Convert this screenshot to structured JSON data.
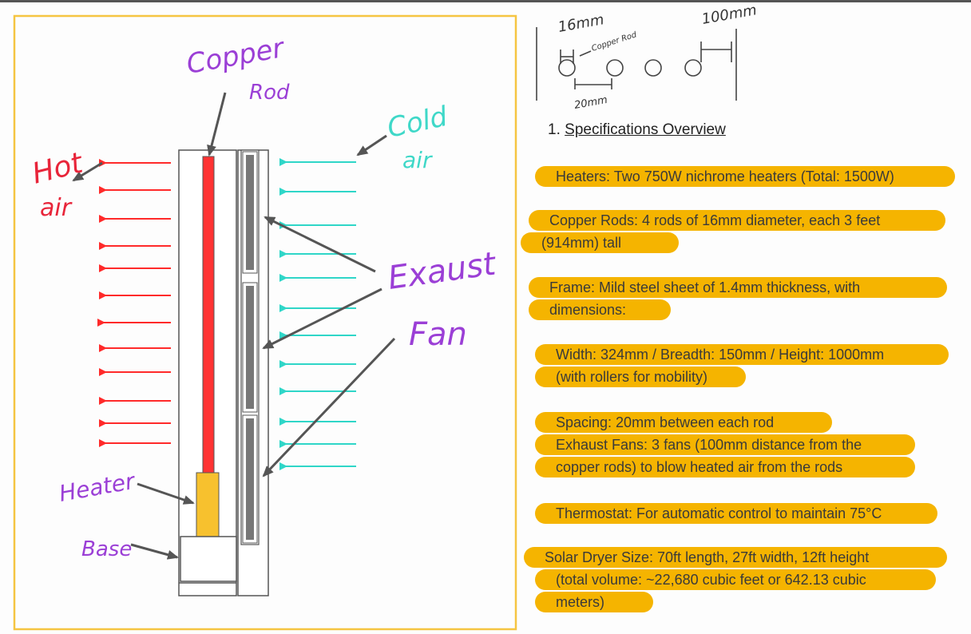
{
  "labels": {
    "copper_rod_1": "Copper",
    "copper_rod_2": "Rod",
    "cold_air_1": "Cold",
    "cold_air_2": "air",
    "hot_air_1": "Hot",
    "hot_air_2": "air",
    "exhaust_1": "Exaust",
    "exhaust_2": "Fan",
    "heater": "Heater",
    "base": "Base"
  },
  "sketch": {
    "rod_diameter": "16mm",
    "rod_label": "Copper Rod",
    "spacing": "20mm",
    "fan_distance": "100mm"
  },
  "specs": {
    "heading_number": "1.",
    "heading": "Specifications Overview",
    "lines": [
      "Heaters: Two 750W nichrome heaters (Total: 1500W)",
      "Copper Rods: 4 rods of 16mm diameter, each 3 feet",
      "(914mm) tall",
      "Frame: Mild steel sheet of 1.4mm thickness, with",
      "dimensions:",
      "Width: 324mm / Breadth: 150mm / Height: 1000mm",
      "(with rollers for mobility)",
      "Spacing: 20mm between each rod",
      "Exhaust Fans: 3 fans (100mm distance from the",
      "copper rods) to blow heated air from the rods",
      "Thermostat: For automatic control to maintain 75°C",
      "Solar Dryer Size: 70ft length, 27ft width, 12ft height",
      "(total volume: ~22,680 cubic feet or 642.13 cubic",
      "meters)"
    ]
  },
  "colors": {
    "frame_border": "#f5c542",
    "hot_arrow": "#ff2a2a",
    "cold_arrow": "#2fd6c8",
    "rod": "#ff3333",
    "heater_block": "#f7c12e",
    "fan": "#777777",
    "handwriting_purple": "#9b3fd6",
    "handwriting_red": "#e8253a",
    "handwriting_teal": "#3fd8c8",
    "highlight": "#f5b400"
  }
}
